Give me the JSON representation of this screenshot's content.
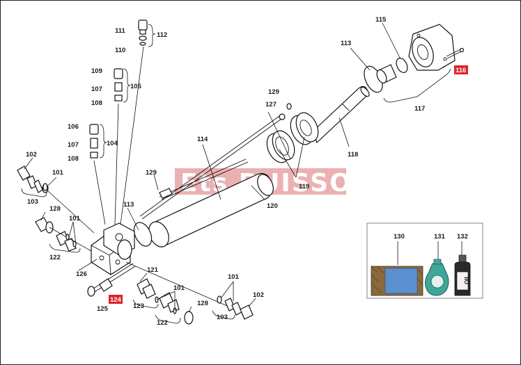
{
  "watermark": "Ets BUISSON",
  "colors": {
    "highlight": "#d9232e",
    "watermark_bg": "#e8a3a5",
    "pipe_blue": "#5a8fd0",
    "bottle_teal": "#3fa79a"
  },
  "labels": {
    "l111": "111",
    "l112": "112",
    "l110": "110",
    "l109": "109",
    "l107a": "107",
    "l105": "105",
    "l108a": "108",
    "l106": "106",
    "l107b": "107",
    "l104": "104",
    "l108b": "108",
    "l102a": "102",
    "l101a": "101",
    "l103a": "103",
    "l128a": "128",
    "l101b": "101",
    "l122a": "122",
    "l129a": "129",
    "l113a": "113",
    "l126": "126",
    "l114": "114",
    "l120": "120",
    "l119": "119",
    "l127": "127",
    "l129b": "129",
    "l118": "118",
    "l113b": "113",
    "l115": "115",
    "l116": "116",
    "l117": "117",
    "l121": "121",
    "l124": "124",
    "l125": "125",
    "l123": "123",
    "l101c": "101",
    "l122b": "122",
    "l128b": "128",
    "l101d": "101",
    "l103b": "103",
    "l102b": "102",
    "l130": "130",
    "l131": "131",
    "l132": "132"
  },
  "bottle_label": "OIL"
}
